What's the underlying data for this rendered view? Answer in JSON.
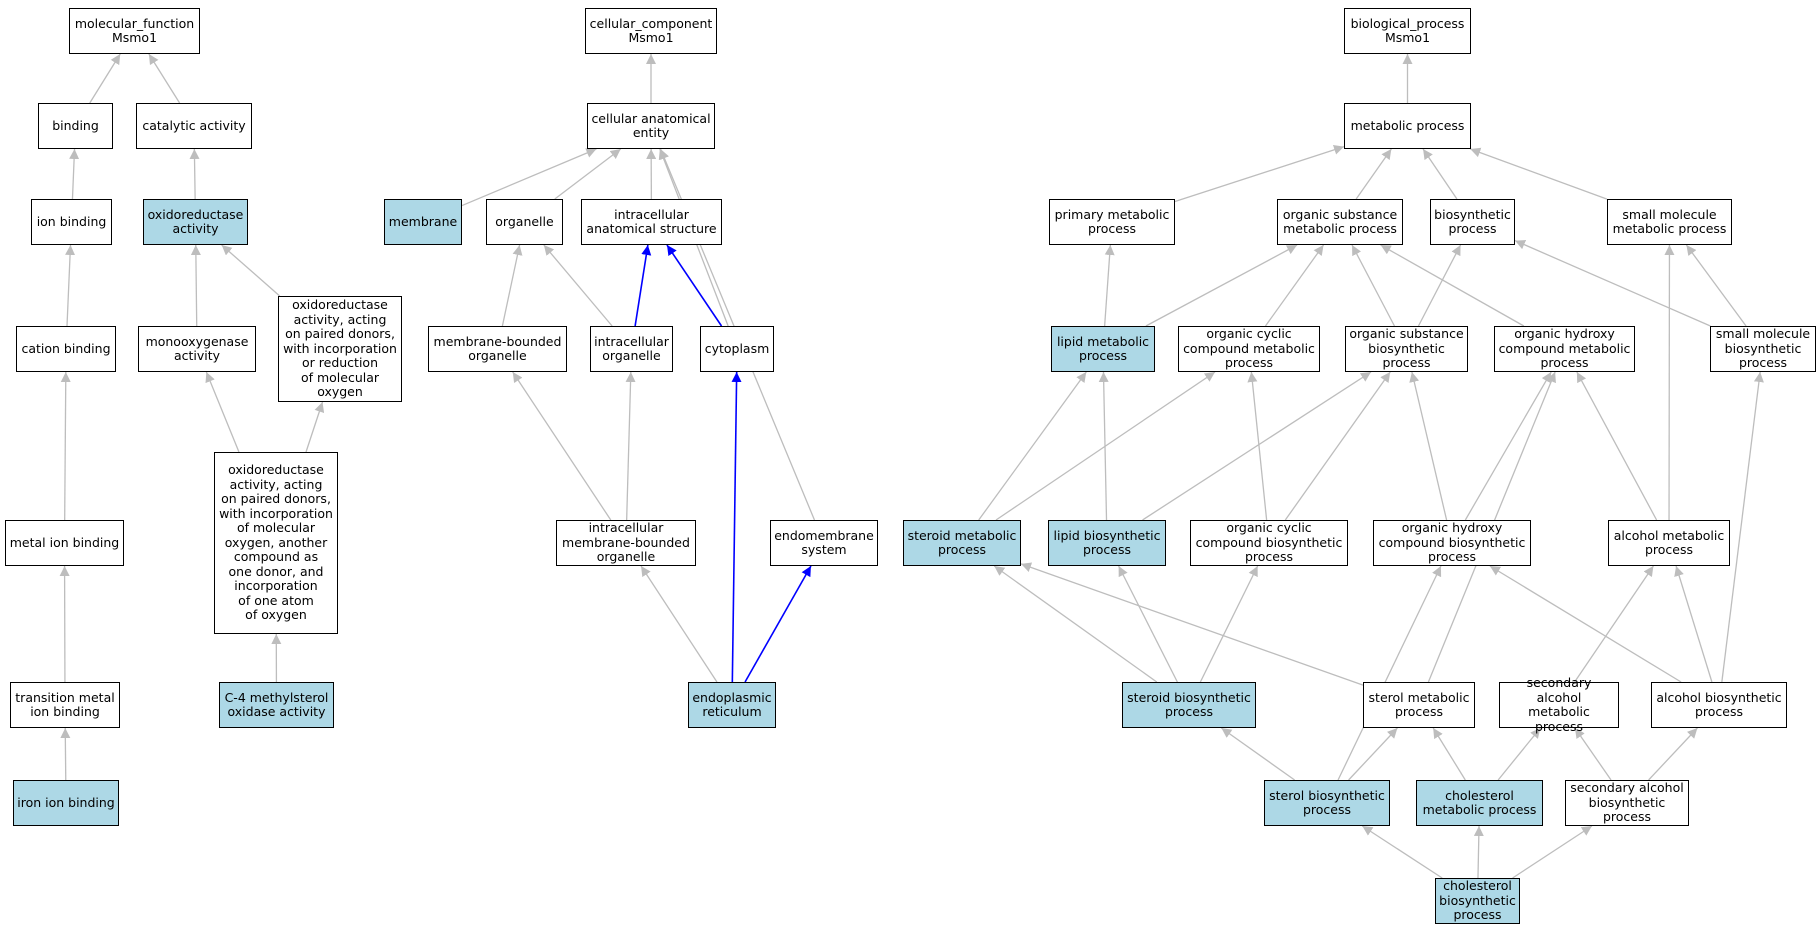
{
  "colors": {
    "highlight": "#add8e6",
    "edge": "#bdbdbd",
    "path_edge": "#0000ff",
    "border": "#000000"
  },
  "nodes": [
    {
      "id": "mf",
      "label": "molecular_function\nMsmo1",
      "highlight": false
    },
    {
      "id": "binding",
      "label": "binding",
      "highlight": false
    },
    {
      "id": "catalytic",
      "label": "catalytic activity",
      "highlight": false
    },
    {
      "id": "ionbind",
      "label": "ion binding",
      "highlight": false
    },
    {
      "id": "oxred",
      "label": "oxidoreductase\nactivity",
      "highlight": true
    },
    {
      "id": "cation",
      "label": "cation binding",
      "highlight": false
    },
    {
      "id": "monoox",
      "label": "monooxygenase\nactivity",
      "highlight": false
    },
    {
      "id": "oxred_o2",
      "label": "oxidoreductase\nactivity, acting\non paired donors,\nwith incorporation\nor reduction\nof molecular\noxygen",
      "highlight": false
    },
    {
      "id": "metalion",
      "label": "metal ion binding",
      "highlight": false
    },
    {
      "id": "oxred_one",
      "label": "oxidoreductase\nactivity, acting\non paired donors,\nwith incorporation\nof molecular\noxygen, another\ncompound as\none donor, and\nincorporation\nof one atom\nof oxygen",
      "highlight": false
    },
    {
      "id": "transmetal",
      "label": "transition metal\nion binding",
      "highlight": false
    },
    {
      "id": "c4",
      "label": "C-4 methylsterol\noxidase activity",
      "highlight": true
    },
    {
      "id": "iron",
      "label": "iron ion binding",
      "highlight": true
    },
    {
      "id": "cc",
      "label": "cellular_component\nMsmo1",
      "highlight": false
    },
    {
      "id": "cae",
      "label": "cellular anatomical\nentity",
      "highlight": false
    },
    {
      "id": "membrane",
      "label": "membrane",
      "highlight": true
    },
    {
      "id": "organelle",
      "label": "organelle",
      "highlight": false
    },
    {
      "id": "ias",
      "label": "intracellular\nanatomical structure",
      "highlight": false
    },
    {
      "id": "mbo",
      "label": "membrane-bounded\norganelle",
      "highlight": false
    },
    {
      "id": "io",
      "label": "intracellular\norganelle",
      "highlight": false
    },
    {
      "id": "cytoplasm",
      "label": "cytoplasm",
      "highlight": false
    },
    {
      "id": "imbo",
      "label": "intracellular\nmembrane-bounded\norganelle",
      "highlight": false
    },
    {
      "id": "endomem",
      "label": "endomembrane\nsystem",
      "highlight": false
    },
    {
      "id": "er",
      "label": "endoplasmic\nreticulum",
      "highlight": true
    },
    {
      "id": "bp",
      "label": "biological_process\nMsmo1",
      "highlight": false
    },
    {
      "id": "metabolic",
      "label": "metabolic process",
      "highlight": false
    },
    {
      "id": "primary",
      "label": "primary metabolic\nprocess",
      "highlight": false
    },
    {
      "id": "osm",
      "label": "organic substance\nmetabolic process",
      "highlight": false
    },
    {
      "id": "biosyn",
      "label": "biosynthetic\nprocess",
      "highlight": false
    },
    {
      "id": "smm",
      "label": "small molecule\nmetabolic process",
      "highlight": false
    },
    {
      "id": "lipidmet",
      "label": "lipid metabolic\nprocess",
      "highlight": true
    },
    {
      "id": "ocm",
      "label": "organic cyclic\ncompound metabolic\nprocess",
      "highlight": false
    },
    {
      "id": "osb",
      "label": "organic substance\nbiosynthetic\nprocess",
      "highlight": false
    },
    {
      "id": "ohm",
      "label": "organic hydroxy\ncompound metabolic\nprocess",
      "highlight": false
    },
    {
      "id": "smb",
      "label": "small molecule\nbiosynthetic\nprocess",
      "highlight": false
    },
    {
      "id": "steroidmet",
      "label": "steroid metabolic\nprocess",
      "highlight": true
    },
    {
      "id": "lipidbio",
      "label": "lipid biosynthetic\nprocess",
      "highlight": true
    },
    {
      "id": "ocb",
      "label": "organic cyclic\ncompound biosynthetic\nprocess",
      "highlight": false
    },
    {
      "id": "ohb",
      "label": "organic hydroxy\ncompound biosynthetic\nprocess",
      "highlight": false
    },
    {
      "id": "alcmet",
      "label": "alcohol metabolic\nprocess",
      "highlight": false
    },
    {
      "id": "steroidbio",
      "label": "steroid biosynthetic\nprocess",
      "highlight": true
    },
    {
      "id": "sterolmet",
      "label": "sterol metabolic\nprocess",
      "highlight": false
    },
    {
      "id": "secalcmet",
      "label": "secondary alcohol\nmetabolic process",
      "highlight": false
    },
    {
      "id": "alcbio",
      "label": "alcohol biosynthetic\nprocess",
      "highlight": false
    },
    {
      "id": "sterolbio",
      "label": "sterol biosynthetic\nprocess",
      "highlight": true
    },
    {
      "id": "cholmet",
      "label": "cholesterol\nmetabolic process",
      "highlight": true
    },
    {
      "id": "secalcbio",
      "label": "secondary alcohol\nbiosynthetic\nprocess",
      "highlight": false
    },
    {
      "id": "cholbio",
      "label": "cholesterol\nbiosynthetic\nprocess",
      "highlight": true
    }
  ],
  "edges": [
    {
      "from": "binding",
      "to": "mf"
    },
    {
      "from": "catalytic",
      "to": "mf"
    },
    {
      "from": "ionbind",
      "to": "binding"
    },
    {
      "from": "oxred",
      "to": "catalytic"
    },
    {
      "from": "cation",
      "to": "ionbind"
    },
    {
      "from": "monoox",
      "to": "oxred"
    },
    {
      "from": "oxred_o2",
      "to": "oxred"
    },
    {
      "from": "metalion",
      "to": "cation"
    },
    {
      "from": "oxred_one",
      "to": "monoox"
    },
    {
      "from": "oxred_one",
      "to": "oxred_o2"
    },
    {
      "from": "transmetal",
      "to": "metalion"
    },
    {
      "from": "c4",
      "to": "oxred_one"
    },
    {
      "from": "iron",
      "to": "transmetal"
    },
    {
      "from": "cae",
      "to": "cc"
    },
    {
      "from": "membrane",
      "to": "cae"
    },
    {
      "from": "organelle",
      "to": "cae"
    },
    {
      "from": "ias",
      "to": "cae"
    },
    {
      "from": "cytoplasm",
      "to": "cae"
    },
    {
      "from": "endomem",
      "to": "cae"
    },
    {
      "from": "mbo",
      "to": "organelle"
    },
    {
      "from": "io",
      "to": "organelle"
    },
    {
      "from": "io",
      "to": "ias",
      "path": true
    },
    {
      "from": "cytoplasm",
      "to": "ias",
      "path": true
    },
    {
      "from": "imbo",
      "to": "mbo"
    },
    {
      "from": "imbo",
      "to": "io"
    },
    {
      "from": "er",
      "to": "imbo"
    },
    {
      "from": "er",
      "to": "cytoplasm",
      "path": true
    },
    {
      "from": "er",
      "to": "endomem",
      "path": true
    },
    {
      "from": "metabolic",
      "to": "bp"
    },
    {
      "from": "primary",
      "to": "metabolic"
    },
    {
      "from": "osm",
      "to": "metabolic"
    },
    {
      "from": "biosyn",
      "to": "metabolic"
    },
    {
      "from": "smm",
      "to": "metabolic"
    },
    {
      "from": "lipidmet",
      "to": "primary"
    },
    {
      "from": "lipidmet",
      "to": "osm"
    },
    {
      "from": "ocm",
      "to": "osm"
    },
    {
      "from": "osb",
      "to": "osm"
    },
    {
      "from": "osb",
      "to": "biosyn"
    },
    {
      "from": "ohm",
      "to": "osm"
    },
    {
      "from": "smb",
      "to": "smm"
    },
    {
      "from": "smb",
      "to": "biosyn"
    },
    {
      "from": "steroidmet",
      "to": "lipidmet"
    },
    {
      "from": "steroidmet",
      "to": "ocm"
    },
    {
      "from": "lipidbio",
      "to": "lipidmet"
    },
    {
      "from": "lipidbio",
      "to": "osb"
    },
    {
      "from": "ocb",
      "to": "ocm"
    },
    {
      "from": "ocb",
      "to": "osb"
    },
    {
      "from": "ohb",
      "to": "osb"
    },
    {
      "from": "ohb",
      "to": "ohm"
    },
    {
      "from": "alcmet",
      "to": "ohm"
    },
    {
      "from": "alcmet",
      "to": "smm"
    },
    {
      "from": "steroidbio",
      "to": "steroidmet"
    },
    {
      "from": "steroidbio",
      "to": "lipidbio"
    },
    {
      "from": "steroidbio",
      "to": "ocb"
    },
    {
      "from": "sterolmet",
      "to": "steroidmet"
    },
    {
      "from": "sterolmet",
      "to": "ohm"
    },
    {
      "from": "secalcmet",
      "to": "alcmet"
    },
    {
      "from": "alcbio",
      "to": "alcmet"
    },
    {
      "from": "alcbio",
      "to": "ohb"
    },
    {
      "from": "alcbio",
      "to": "smb"
    },
    {
      "from": "sterolbio",
      "to": "steroidbio"
    },
    {
      "from": "sterolbio",
      "to": "sterolmet"
    },
    {
      "from": "sterolbio",
      "to": "ohb"
    },
    {
      "from": "cholmet",
      "to": "sterolmet"
    },
    {
      "from": "cholmet",
      "to": "secalcmet"
    },
    {
      "from": "secalcbio",
      "to": "secalcmet"
    },
    {
      "from": "secalcbio",
      "to": "alcbio"
    },
    {
      "from": "cholbio",
      "to": "sterolbio"
    },
    {
      "from": "cholbio",
      "to": "cholmet"
    },
    {
      "from": "cholbio",
      "to": "secalcbio"
    }
  ]
}
